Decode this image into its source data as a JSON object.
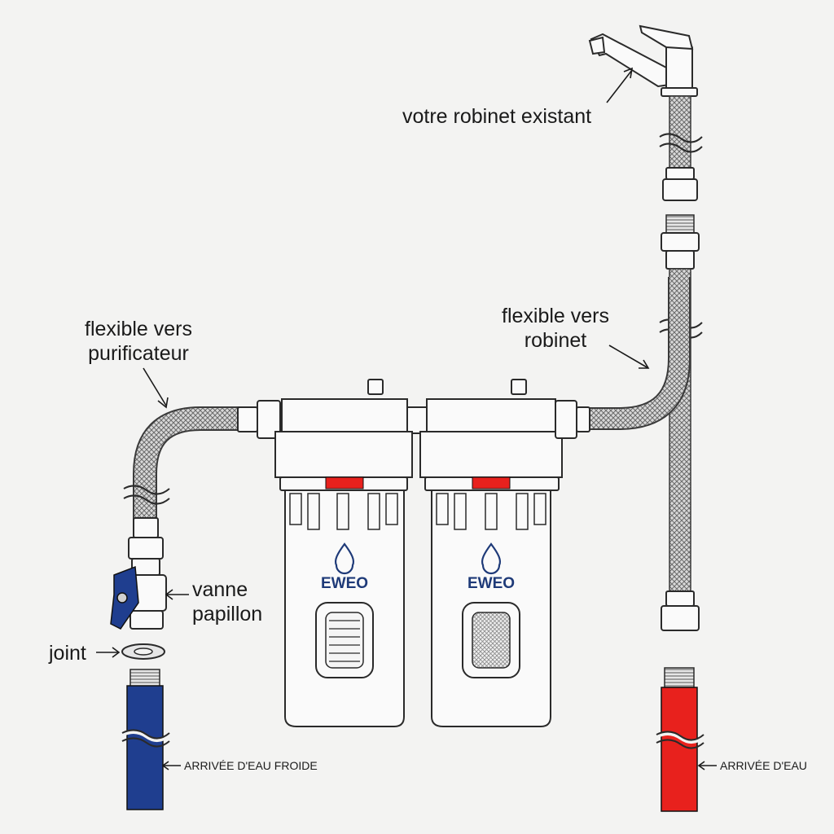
{
  "labels": {
    "faucet": "votre robinet existant",
    "hose_to_purifier_line1": "flexible vers",
    "hose_to_purifier_line2": "purificateur",
    "hose_to_faucet_line1": "flexible vers",
    "hose_to_faucet_line2": "robinet",
    "valve_line1": "vanne",
    "valve_line2": "papillon",
    "gasket": "joint",
    "cold_inlet": "ARRIVÉE D'EAU FROIDE",
    "hot_inlet": "ARRIVÉE D'EAU"
  },
  "filters": [
    {
      "brand": "EWEO",
      "icon": "water-drop-icon"
    },
    {
      "brand": "EWEO",
      "icon": "water-drop-icon"
    }
  ],
  "colors": {
    "cold_pipe": "#1f3e8f",
    "hot_pipe": "#e8211d",
    "latch_red": "#e8211d",
    "valve_handle": "#1f3e8f",
    "brand_text": "#1e3a78"
  }
}
